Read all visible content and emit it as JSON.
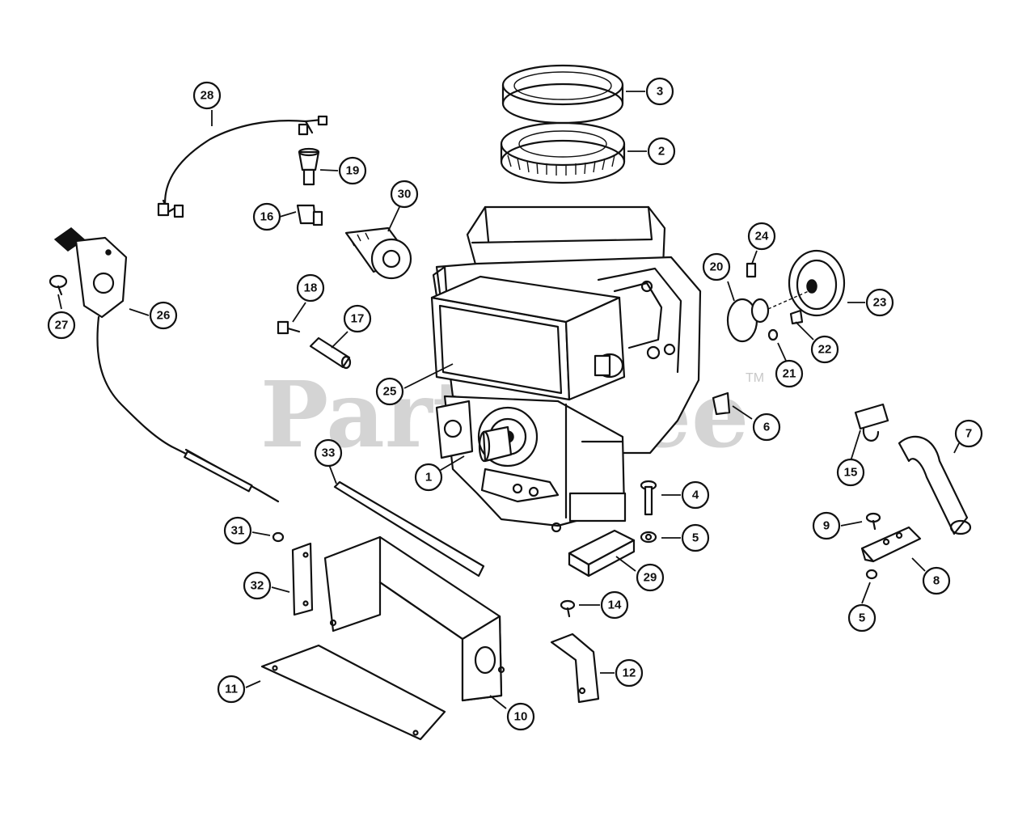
{
  "watermark": {
    "text": "PartsTree",
    "mark": "TM"
  },
  "callouts": [
    {
      "id": "c1",
      "label": "1"
    },
    {
      "id": "c2",
      "label": "2"
    },
    {
      "id": "c3",
      "label": "3"
    },
    {
      "id": "c4",
      "label": "4"
    },
    {
      "id": "c5a",
      "label": "5"
    },
    {
      "id": "c5b",
      "label": "5"
    },
    {
      "id": "c6",
      "label": "6"
    },
    {
      "id": "c7",
      "label": "7"
    },
    {
      "id": "c8",
      "label": "8"
    },
    {
      "id": "c9",
      "label": "9"
    },
    {
      "id": "c10",
      "label": "10"
    },
    {
      "id": "c11",
      "label": "11"
    },
    {
      "id": "c12",
      "label": "12"
    },
    {
      "id": "c14",
      "label": "14"
    },
    {
      "id": "c15",
      "label": "15"
    },
    {
      "id": "c16",
      "label": "16"
    },
    {
      "id": "c17",
      "label": "17"
    },
    {
      "id": "c18",
      "label": "18"
    },
    {
      "id": "c19",
      "label": "19"
    },
    {
      "id": "c20",
      "label": "20"
    },
    {
      "id": "c21",
      "label": "21"
    },
    {
      "id": "c22",
      "label": "22"
    },
    {
      "id": "c23",
      "label": "23"
    },
    {
      "id": "c24",
      "label": "24"
    },
    {
      "id": "c25",
      "label": "25"
    },
    {
      "id": "c26",
      "label": "26"
    },
    {
      "id": "c27",
      "label": "27"
    },
    {
      "id": "c28",
      "label": "28"
    },
    {
      "id": "c29",
      "label": "29"
    },
    {
      "id": "c30",
      "label": "30"
    },
    {
      "id": "c31",
      "label": "31"
    },
    {
      "id": "c32",
      "label": "32"
    },
    {
      "id": "c33",
      "label": "33"
    }
  ]
}
